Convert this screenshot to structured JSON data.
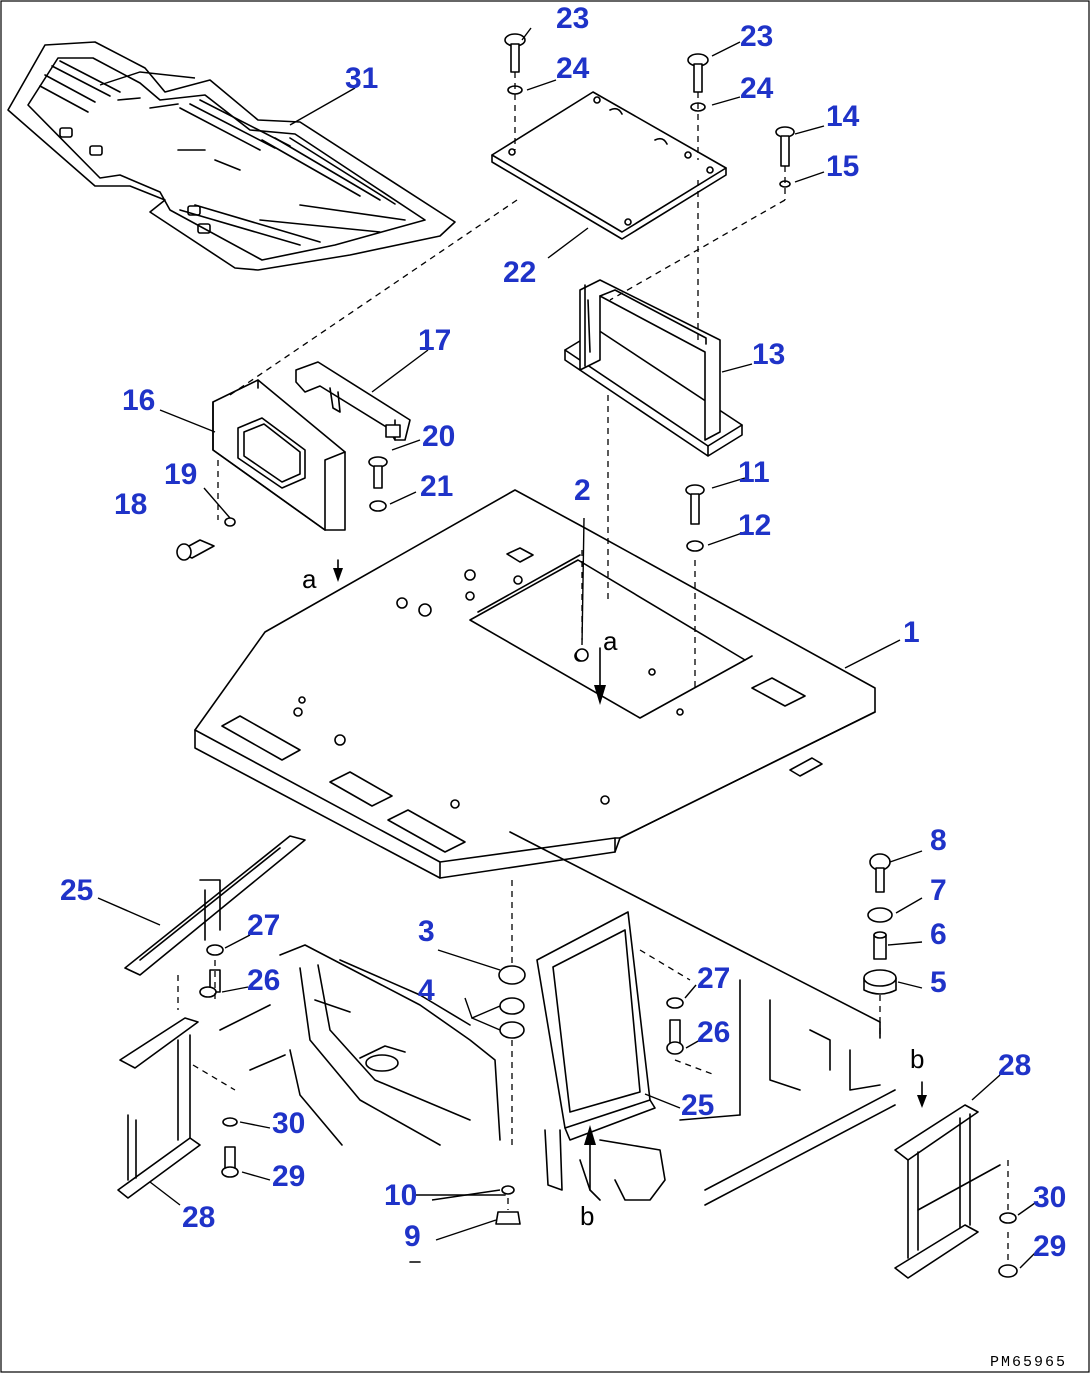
{
  "drawing": {
    "code": "PM65965",
    "view_letters": {
      "a": "a",
      "b": "b"
    }
  },
  "callouts": {
    "c1": "1",
    "c2": "2",
    "c3": "3",
    "c4": "4",
    "c5": "5",
    "c6": "6",
    "c7": "7",
    "c8": "8",
    "c9": "9",
    "c10": "10",
    "c11": "11",
    "c12": "12",
    "c13": "13",
    "c14": "14",
    "c15": "15",
    "c16": "16",
    "c17": "17",
    "c18": "18",
    "c19": "19",
    "c20": "20",
    "c21": "21",
    "c22": "22",
    "c23": "23",
    "c24": "24",
    "c25": "25",
    "c26": "26",
    "c27": "27",
    "c28": "28",
    "c29": "29",
    "c30": "30",
    "c31": "31"
  },
  "colors": {
    "callout": "#1f33c8",
    "line": "#000000",
    "background": "#ffffff"
  }
}
